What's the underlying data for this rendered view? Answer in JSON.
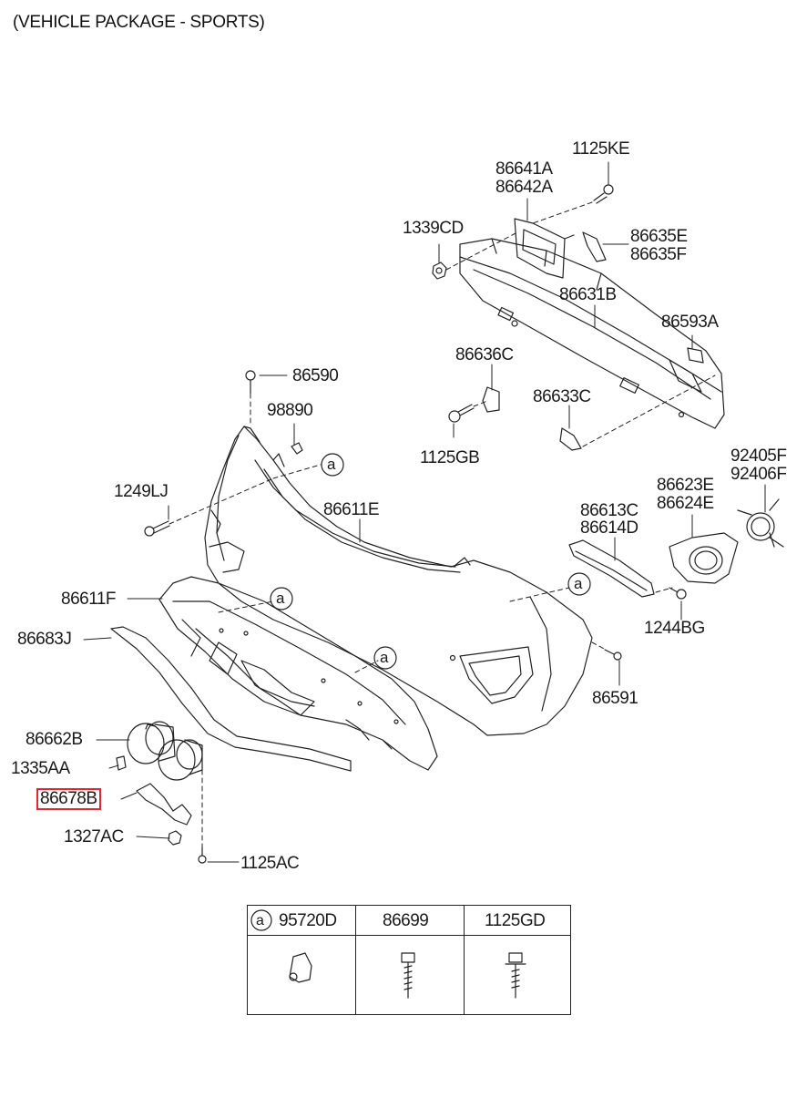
{
  "title": "(VEHICLE PACKAGE - SPORTS)",
  "callout": "a",
  "labels": {
    "p1125KE": "1125KE",
    "p86641A": "86641A",
    "p86642A": "86642A",
    "p1339CD": "1339CD",
    "p86635E": "86635E",
    "p86635F": "86635F",
    "p86631B": "86631B",
    "p86593A": "86593A",
    "p86636C": "86636C",
    "p86633C": "86633C",
    "p1125GB": "1125GB",
    "p86590": "86590",
    "p98890": "98890",
    "p1249LJ": "1249LJ",
    "p86611E": "86611E",
    "p92405F": "92405F",
    "p92406F": "92406F",
    "p86623E": "86623E",
    "p86624E": "86624E",
    "p86613C": "86613C",
    "p86614D": "86614D",
    "p86611F": "86611F",
    "p86683J": "86683J",
    "p1244BG": "1244BG",
    "p86591": "86591",
    "p86662B": "86662B",
    "p1335AA": "1335AA",
    "p86678B": "86678B",
    "p1327AC": "1327AC",
    "p1125AC": "1125AC"
  },
  "table": {
    "col1": "95720D",
    "col2": "86699",
    "col3": "1125GD"
  },
  "highlight_color": "#e0282e"
}
